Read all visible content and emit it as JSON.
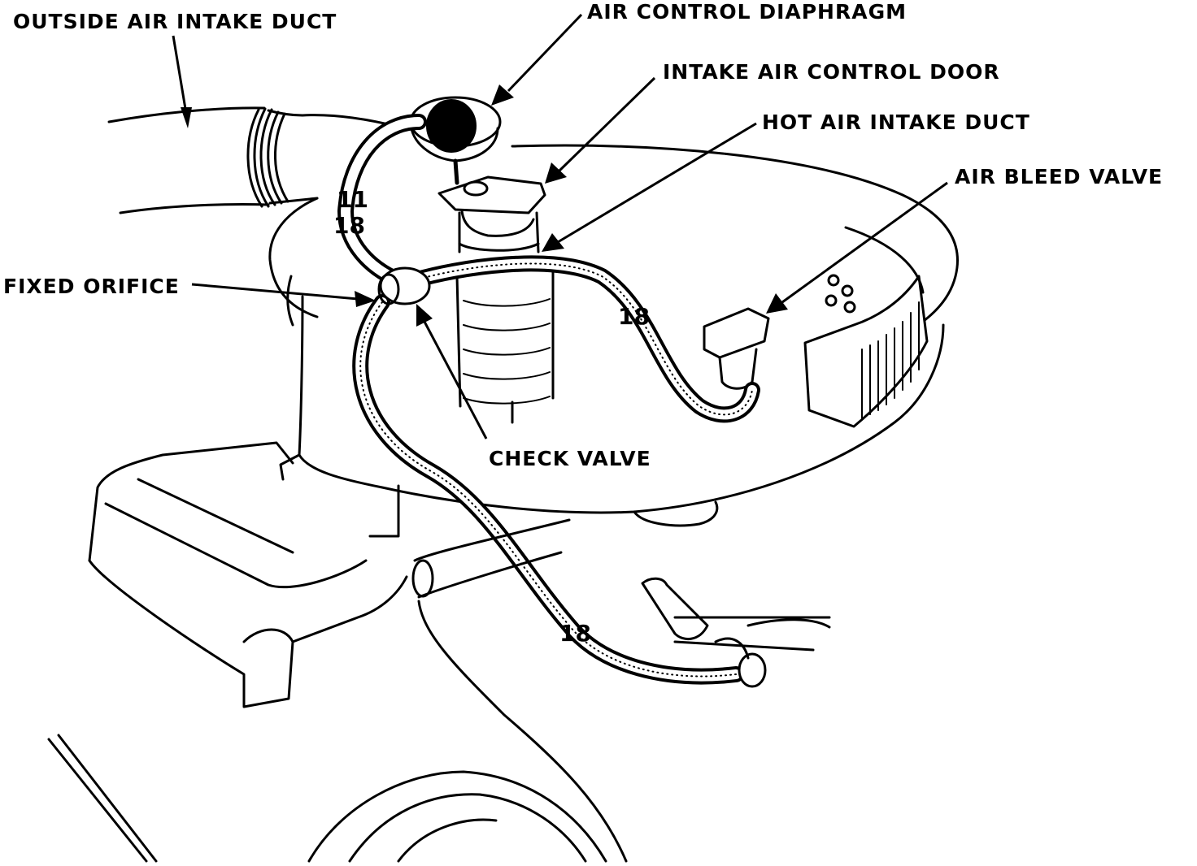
{
  "labels": {
    "outside_air_intake_duct": "OUTSIDE AIR INTAKE DUCT",
    "air_control_diaphragm": "AIR CONTROL DIAPHRAGM",
    "intake_air_control_door": "INTAKE AIR CONTROL DOOR",
    "hot_air_intake_duct": "HOT AIR INTAKE DUCT",
    "air_bleed_valve": "AIR BLEED VALVE",
    "fixed_orifice": "FIXED ORIFICE",
    "check_valve": "CHECK VALVE"
  },
  "hose_numbers": {
    "upper_left_a": "11",
    "upper_left_b": "18",
    "right": "18",
    "lower": "18"
  },
  "colors": {
    "ink": "#000000",
    "paper": "#ffffff"
  }
}
